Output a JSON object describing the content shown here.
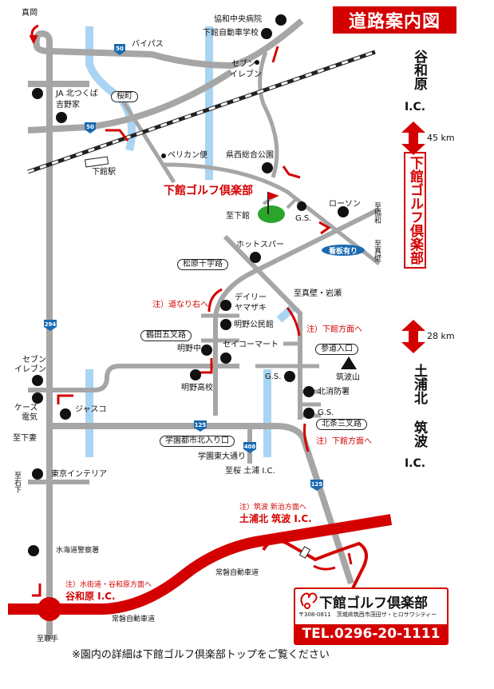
{
  "title": "道路案内図",
  "side": {
    "top_ic_name": "谷和原",
    "top_ic_suffix": "I.C.",
    "distance_top": "45 km",
    "club_name": "下館ゴルフ倶楽部",
    "distance_bottom": "28 km",
    "bottom_ic_name": "土浦北 筑波",
    "bottom_ic_suffix": "I.C."
  },
  "labels": {
    "mooka": "真岡",
    "kyowa_hospital": "協和中央病院",
    "driving_school": "下館自動車学校",
    "bypass": "バイパス",
    "seven1a": "セブン",
    "seven1b": "イレブン",
    "ja": "JA 北つくば",
    "yoshinoya": "吉野家",
    "sakuramachi": "桜町",
    "pelican": "ペリカン便",
    "kensei_park": "県西総合公園",
    "shimodate_station": "下館駅",
    "club": "下館ゴルフ倶楽部",
    "to_shimodate": "至下館",
    "gs1": "G.S.",
    "lawson": "ローソン",
    "to_kyowa": "至協和",
    "to_makabe": "至真壁",
    "signboard": "看板有り",
    "hotspar": "ホットスパー",
    "matsubara": "松原十字路",
    "daily1": "デイリー",
    "daily2": "ヤマザキ",
    "note_right": "注）道なり右へ",
    "to_makabe_iwase": "至真壁・岩瀬",
    "akeno_hall": "明野公民館",
    "note_shimodate1": "注）下館方面へ",
    "tsuruta": "鶴田五叉路",
    "akeno_jh": "明野中",
    "seicomart": "セイコーマート",
    "sando": "参道入口",
    "tsukubasan": "筑波山",
    "gs2": "G.S.",
    "fire": "北消防署",
    "akeno_hs": "明野高校",
    "seven2a": "セブン",
    "seven2b": "イレブン",
    "ks1": "ケーズ",
    "ks2": "電気",
    "jusco": "ジャスコ",
    "to_shimotsuma": "至下妻",
    "gs3": "G.S.",
    "hojo": "北条三叉路",
    "note_shimodate2": "注）下館方面へ",
    "gakuen_entry": "学園都市北入り口",
    "gakuen_higashi": "学園東大通り",
    "to_sakura": "至桜 土浦 I.C.",
    "tokyo_interior": "東京インテリア",
    "to_ushiku": "至右下",
    "note_tsukuba": "注）筑波 新治方面へ",
    "tsuchiura_ic": "土浦北 筑波 I.C.",
    "police": "水海道警察署",
    "joban1": "常磐自動車道",
    "joban2": "常磐自動車道",
    "note_yawara": "注）水街道・谷和原方面へ",
    "yawara_ic": "谷和原 I.C.",
    "to_toride": "至取手"
  },
  "routes": {
    "r50": "50",
    "r125": "125",
    "r294": "294",
    "r408": "408"
  },
  "info": {
    "name": "下館ゴルフ倶楽部",
    "address": "〒308-0811　茨城県筑西市茂田ザ・ヒロサワシティー",
    "tel": "TEL.0296-20-1111"
  },
  "footer": "※園内の詳細は下館ゴルフ倶楽部トップをご覧ください",
  "colors": {
    "road": "#a6a6a6",
    "river": "#a9d5f2",
    "accent": "#d40000",
    "green": "#2aa52a",
    "route_blue": "#1a6bb0"
  }
}
